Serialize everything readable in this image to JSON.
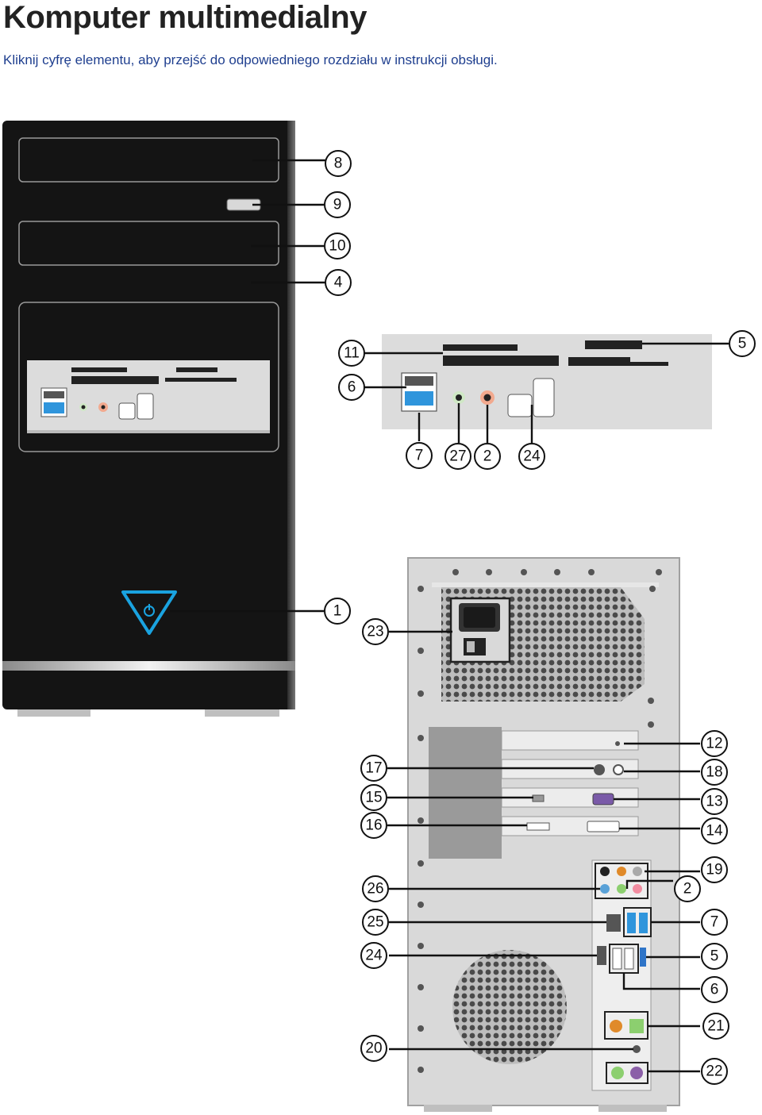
{
  "page": {
    "title": "Komputer multimedialny",
    "subtitle": "Kliknij cyfrę elementu, aby przejść do odpowiedniego rozdziału w instrukcji obsługi."
  },
  "colors": {
    "case_front": "#131313",
    "case_rear": "#d9d9d9",
    "usb3_blue": "#2f95dc",
    "power_led": "#1aa3e0",
    "audio_green": "#9bd08a",
    "audio_pink": "#f2a98e",
    "ps2_purple": "#8b5fa8",
    "ps2_green": "#8ccf6f",
    "spdif_orange": "#e08a2a"
  },
  "callouts": {
    "front": [
      {
        "id": "front-8",
        "label": "8"
      },
      {
        "id": "front-9",
        "label": "9"
      },
      {
        "id": "front-10",
        "label": "10"
      },
      {
        "id": "front-4",
        "label": "4"
      },
      {
        "id": "front-11",
        "label": "11"
      },
      {
        "id": "front-5",
        "label": "5"
      },
      {
        "id": "front-6",
        "label": "6"
      },
      {
        "id": "front-7",
        "label": "7"
      },
      {
        "id": "front-27",
        "label": "27"
      },
      {
        "id": "front-2",
        "label": "2"
      },
      {
        "id": "front-24",
        "label": "24"
      },
      {
        "id": "front-1",
        "label": "1"
      }
    ],
    "rear": [
      {
        "id": "rear-23",
        "label": "23"
      },
      {
        "id": "rear-12",
        "label": "12"
      },
      {
        "id": "rear-17",
        "label": "17"
      },
      {
        "id": "rear-18",
        "label": "18"
      },
      {
        "id": "rear-15",
        "label": "15"
      },
      {
        "id": "rear-13",
        "label": "13"
      },
      {
        "id": "rear-16",
        "label": "16"
      },
      {
        "id": "rear-14",
        "label": "14"
      },
      {
        "id": "rear-19",
        "label": "19"
      },
      {
        "id": "rear-26",
        "label": "26"
      },
      {
        "id": "rear-2",
        "label": "2"
      },
      {
        "id": "rear-25",
        "label": "25"
      },
      {
        "id": "rear-7",
        "label": "7"
      },
      {
        "id": "rear-24",
        "label": "24"
      },
      {
        "id": "rear-5",
        "label": "5"
      },
      {
        "id": "rear-6",
        "label": "6"
      },
      {
        "id": "rear-21",
        "label": "21"
      },
      {
        "id": "rear-20",
        "label": "20"
      },
      {
        "id": "rear-22",
        "label": "22"
      }
    ]
  }
}
